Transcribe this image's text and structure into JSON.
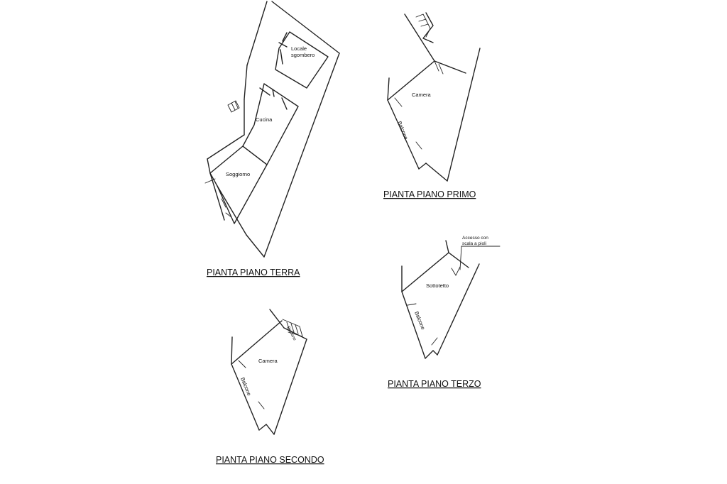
{
  "plans": {
    "terra": {
      "title": "PIANTA PIANO TERRA",
      "rooms": {
        "locale_line1": "Locale",
        "locale_line2": "sgombero",
        "cucina": "Cucina",
        "soggiorno": "Soggiorno"
      }
    },
    "primo": {
      "title": "PIANTA PIANO PRIMO",
      "rooms": {
        "camera": "Camera",
        "balcone": "Balcone"
      }
    },
    "secondo": {
      "title": "PIANTA PIANO SECONDO",
      "rooms": {
        "camera": "Camera",
        "balcone": "Balcone",
        "balcone_small": "Balcone"
      }
    },
    "terzo": {
      "title": "PIANTA PIANO TERZO",
      "rooms": {
        "sottotetto": "Sottotetto",
        "balcone": "Balcone"
      },
      "note_line1": "Accesso con",
      "note_line2": "scala a pioli"
    }
  }
}
